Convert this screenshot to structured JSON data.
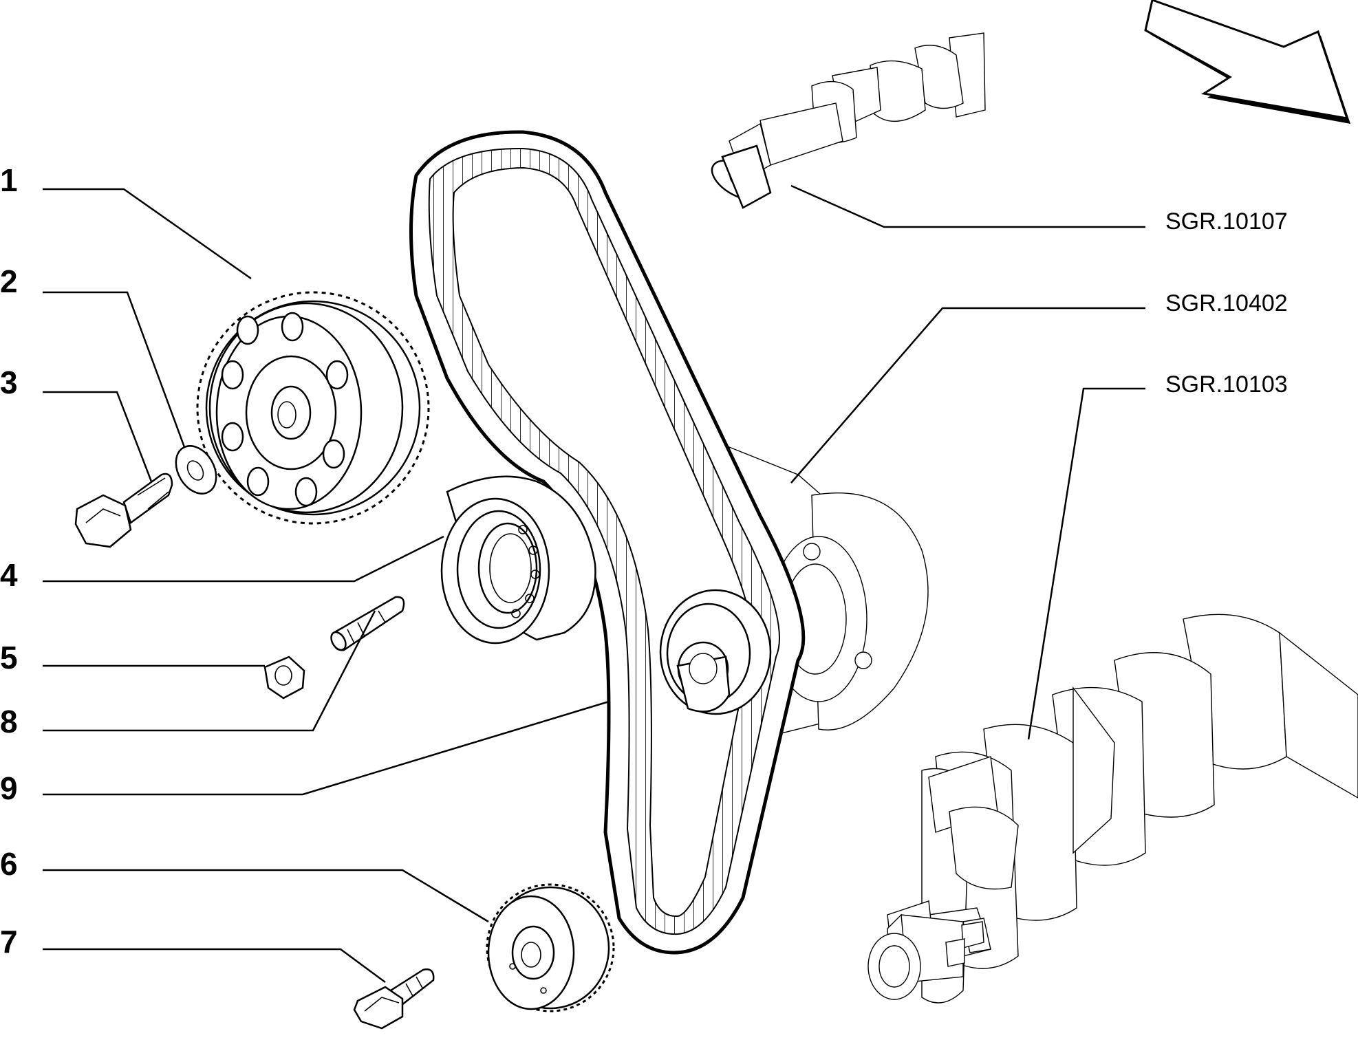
{
  "callouts": [
    {
      "id": "1",
      "label": "1"
    },
    {
      "id": "2",
      "label": "2"
    },
    {
      "id": "3",
      "label": "3"
    },
    {
      "id": "4",
      "label": "4"
    },
    {
      "id": "5",
      "label": "5"
    },
    {
      "id": "8",
      "label": "8"
    },
    {
      "id": "9",
      "label": "9"
    },
    {
      "id": "6",
      "label": "6"
    },
    {
      "id": "7",
      "label": "7"
    }
  ],
  "references": [
    {
      "id": "ref1",
      "label": "SGR.10107"
    },
    {
      "id": "ref2",
      "label": "SGR.10402"
    },
    {
      "id": "ref3",
      "label": "SGR.10103"
    }
  ],
  "icons": {
    "direction": "direction-arrow-icon"
  }
}
